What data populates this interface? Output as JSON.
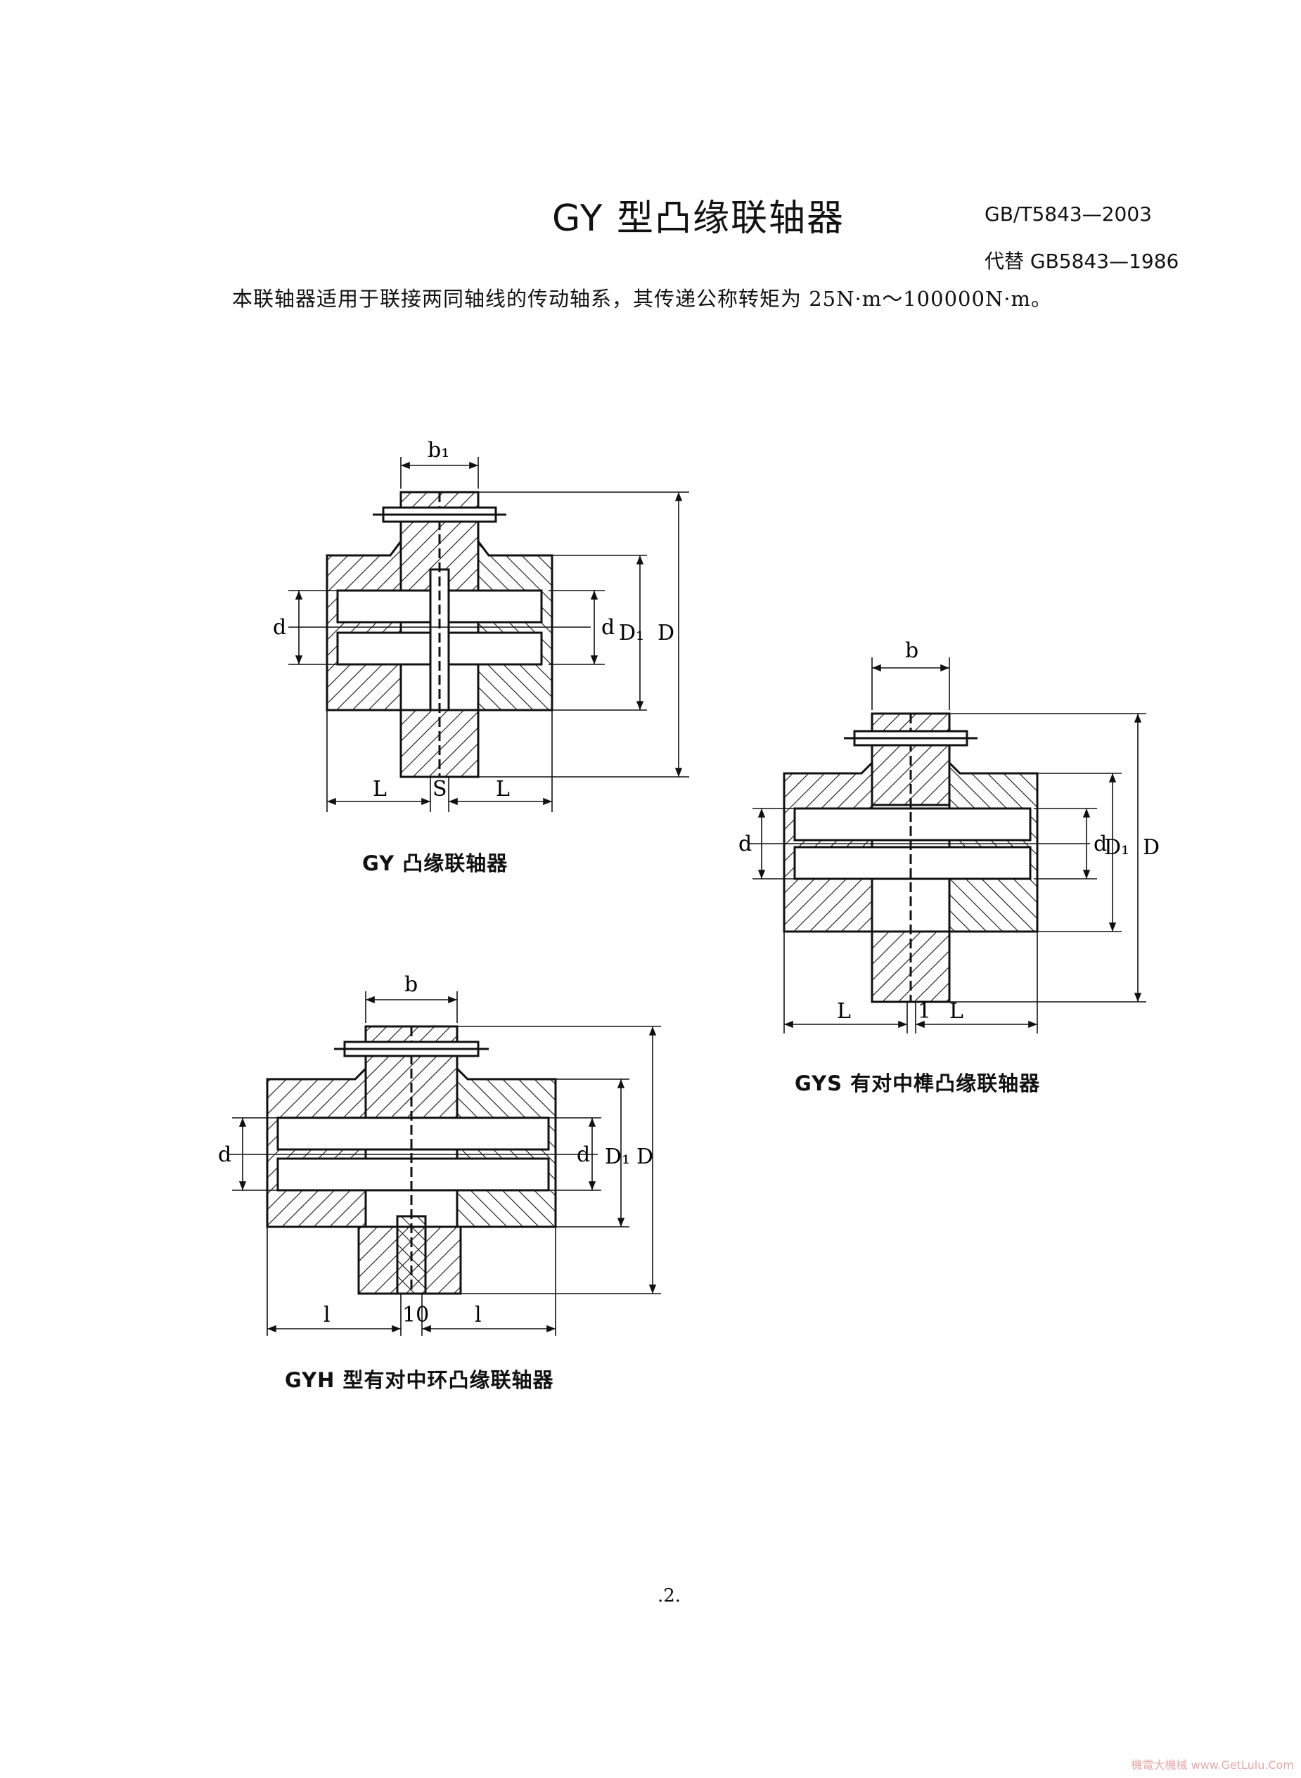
{
  "header": {
    "title": "GY 型凸缘联轴器",
    "standard_number": "GB/T5843—2003",
    "replaces": "代替 GB5843—1986"
  },
  "intro": "本联轴器适用于联接两同轴线的传动轴系，其传递公称转矩为 25N·m～100000N·m。",
  "figures": [
    {
      "caption": "GY 凸缘联轴器",
      "labels": {
        "top": "b₁",
        "left": "d",
        "inner_d": "d",
        "d1": "D₁",
        "D": "D",
        "L_left": "L",
        "gap": "S",
        "L_right": "L"
      }
    },
    {
      "caption": "GYS 有对中榫凸缘联轴器",
      "labels": {
        "top": "b",
        "left": "d",
        "inner_d": "d",
        "d1": "D₁",
        "D": "D",
        "L_left": "L",
        "gap": "1",
        "L_right": "L"
      }
    },
    {
      "caption": "GYH 型有对中环凸缘联轴器",
      "labels": {
        "top": "b",
        "left": "d",
        "inner_d": "d",
        "d1": "D₁",
        "D": "D",
        "L_left": "l",
        "gap": "10",
        "L_right": "l"
      }
    }
  ],
  "footer": {
    "page_number": ".2.",
    "watermark": "機電大機械 www.GetLulu.Com"
  }
}
